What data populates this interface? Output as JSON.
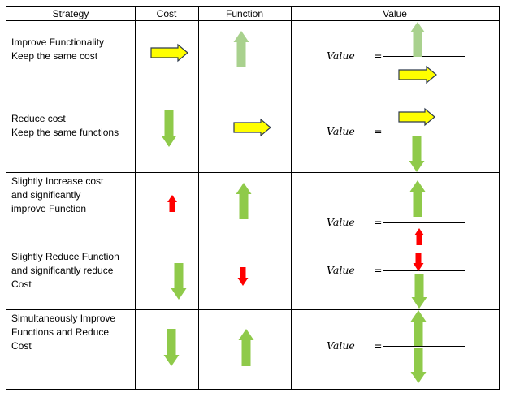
{
  "table": {
    "headers": {
      "strategy": "Strategy",
      "cost": "Cost",
      "function": "Function",
      "value": "Value"
    },
    "value_formula": {
      "label": "Value",
      "equals": "="
    },
    "rows": [
      {
        "strategy_lines": [
          "Improve Functionality",
          "Keep the same cost"
        ],
        "cost": "same",
        "function": "up",
        "value_numerator": "up",
        "value_denominator": "same"
      },
      {
        "strategy_lines": [
          "Reduce cost",
          "Keep the same functions"
        ],
        "cost": "down",
        "function": "same",
        "value_numerator": "same",
        "value_denominator": "down"
      },
      {
        "strategy_lines": [
          "Slightly Increase cost",
          "and significantly",
          "improve Function"
        ],
        "cost": "slight-up",
        "function": "up",
        "value_numerator": "up",
        "value_denominator": "slight-up"
      },
      {
        "strategy_lines": [
          "Slightly Reduce Function",
          "and significantly reduce",
          "Cost"
        ],
        "cost": "down",
        "function": "slight-down",
        "value_numerator": "slight-down",
        "value_denominator": "down"
      },
      {
        "strategy_lines": [
          "Simultaneously Improve",
          "Functions and Reduce",
          "Cost"
        ],
        "cost": "down",
        "function": "up",
        "value_numerator": "up",
        "value_denominator": "down"
      }
    ]
  },
  "colors": {
    "green_arrow": "#8fca4a",
    "pale_green_arrow": "#a9d18e",
    "red_arrow": "#ff0000",
    "yellow_arrow": "#ffff00",
    "yellow_outline": "#2f3b4d",
    "grid": "#000000"
  }
}
